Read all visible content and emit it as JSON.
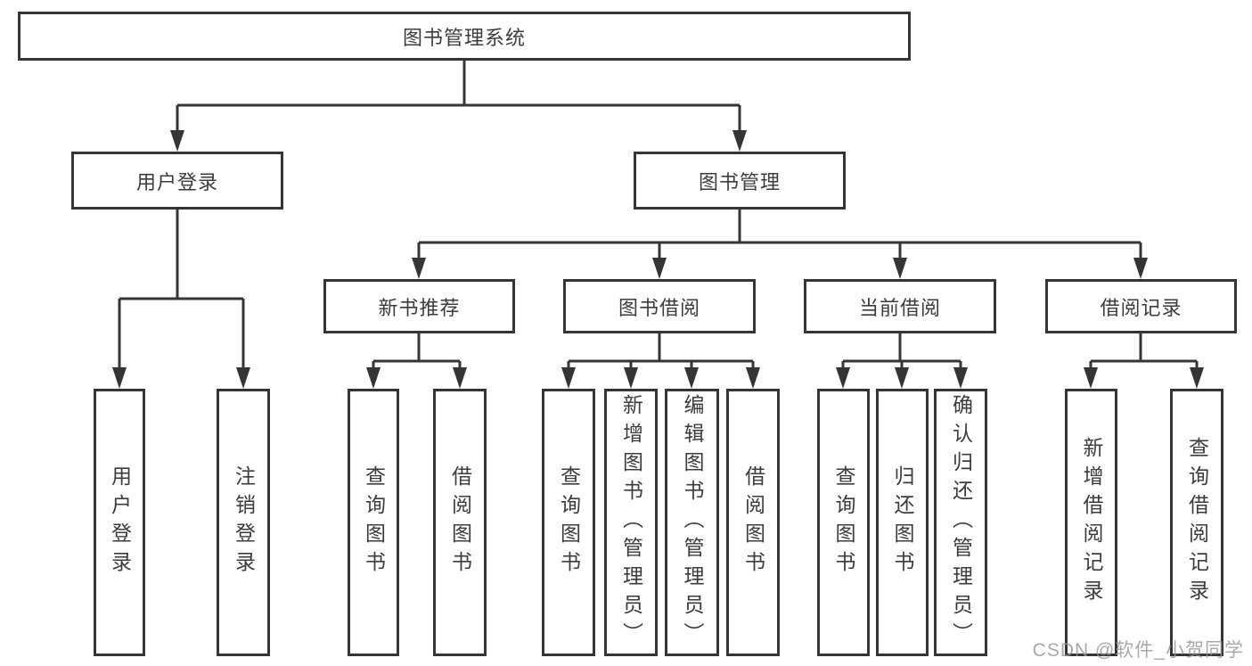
{
  "diagram": {
    "kind": "function-structure-tree",
    "tree": {
      "label": "图书管理系统",
      "children": [
        {
          "label": "用户登录",
          "children": [
            {
              "label": "用户登录"
            },
            {
              "label": "注销登录"
            }
          ]
        },
        {
          "label": "图书管理",
          "children": [
            {
              "label": "新书推荐",
              "children": [
                {
                  "label": "查询图书"
                },
                {
                  "label": "借阅图书"
                }
              ]
            },
            {
              "label": "图书借阅",
              "children": [
                {
                  "label": "查询图书"
                },
                {
                  "label": "新增图书（管理员）"
                },
                {
                  "label": "编辑图书（管理员）"
                },
                {
                  "label": "借阅图书"
                }
              ]
            },
            {
              "label": "当前借阅",
              "children": [
                {
                  "label": "查询图书"
                },
                {
                  "label": "归还图书"
                },
                {
                  "label": "确认归还（管理员）"
                }
              ]
            },
            {
              "label": "借阅记录",
              "children": [
                {
                  "label": "新增借阅记录"
                },
                {
                  "label": "查询借阅记录"
                }
              ]
            }
          ]
        }
      ]
    },
    "colors": {
      "line": "#353535",
      "text": "#3c3c3c",
      "background": "#ffffff",
      "watermark": "#949494"
    }
  },
  "watermark": {
    "text": "CSDN @软件_小贺同学"
  }
}
